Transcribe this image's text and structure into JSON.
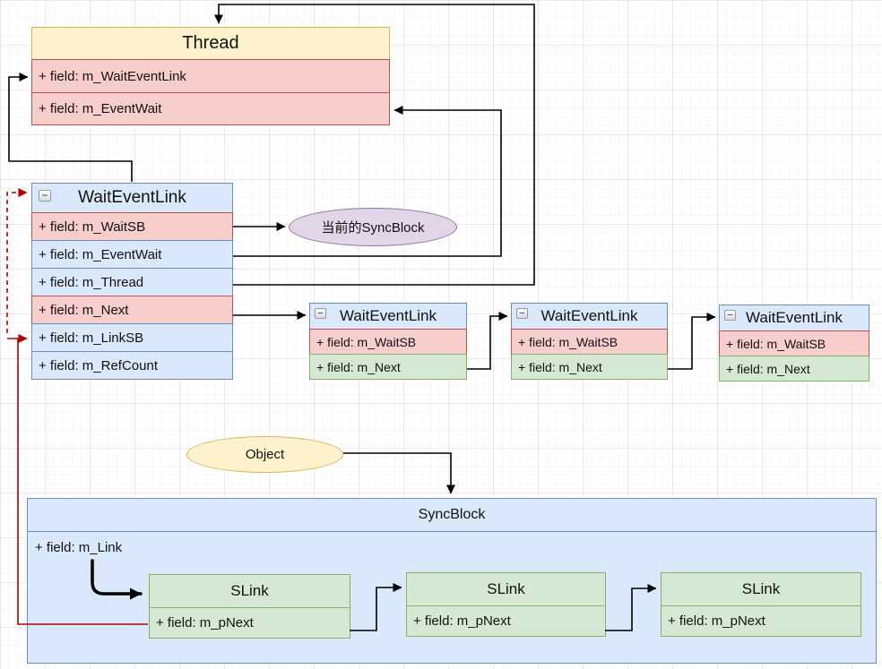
{
  "colors": {
    "yellow_fill": "#FFF2CC",
    "yellow_stroke": "#D6B656",
    "red_fill": "#F8CECC",
    "red_stroke": "#B85450",
    "blue_fill": "#DAE8FC",
    "blue_stroke": "#6C8EBF",
    "green_fill": "#D5E8D4",
    "green_stroke": "#82B366",
    "purple_fill": "#E1D5E7",
    "purple_stroke": "#9673A6",
    "connector_black": "#000000",
    "connector_red": "#B20000"
  },
  "icons": {
    "collapse": "−"
  },
  "diagram": {
    "thread": {
      "title": "Thread",
      "fields": [
        {
          "label": "+ field: m_WaitEventLink"
        },
        {
          "label": "+ field: m_EventWait"
        }
      ]
    },
    "waitEventLinkMain": {
      "title": "WaitEventLink",
      "fields": [
        {
          "label": "+ field: m_WaitSB"
        },
        {
          "label": "+ field: m_EventWait"
        },
        {
          "label": "+ field: m_Thread"
        },
        {
          "label": "+ field: m_Next"
        },
        {
          "label": "+ field: m_LinkSB"
        },
        {
          "label": "+ field: m_RefCount"
        }
      ]
    },
    "currentSyncBlock": {
      "label": "当前的SyncBlock"
    },
    "waitEventLink1": {
      "title": "WaitEventLink",
      "fields": [
        {
          "label": "+ field: m_WaitSB"
        },
        {
          "label": "+ field: m_Next"
        }
      ]
    },
    "waitEventLink2": {
      "title": "WaitEventLink",
      "fields": [
        {
          "label": "+ field: m_WaitSB"
        },
        {
          "label": "+ field: m_Next"
        }
      ]
    },
    "waitEventLink3": {
      "title": "WaitEventLink",
      "fields": [
        {
          "label": "+ field: m_WaitSB"
        },
        {
          "label": "+ field: m_Next"
        }
      ]
    },
    "object": {
      "label": "Object"
    },
    "syncBlock": {
      "title": "SyncBlock",
      "field": {
        "label": "+ field: m_Link"
      }
    },
    "slink1": {
      "title": "SLink",
      "field": {
        "label": "+ field: m_pNext"
      }
    },
    "slink2": {
      "title": "SLink",
      "field": {
        "label": "+ field: m_pNext"
      }
    },
    "slink3": {
      "title": "SLink",
      "field": {
        "label": "+ field: m_pNext"
      }
    }
  }
}
